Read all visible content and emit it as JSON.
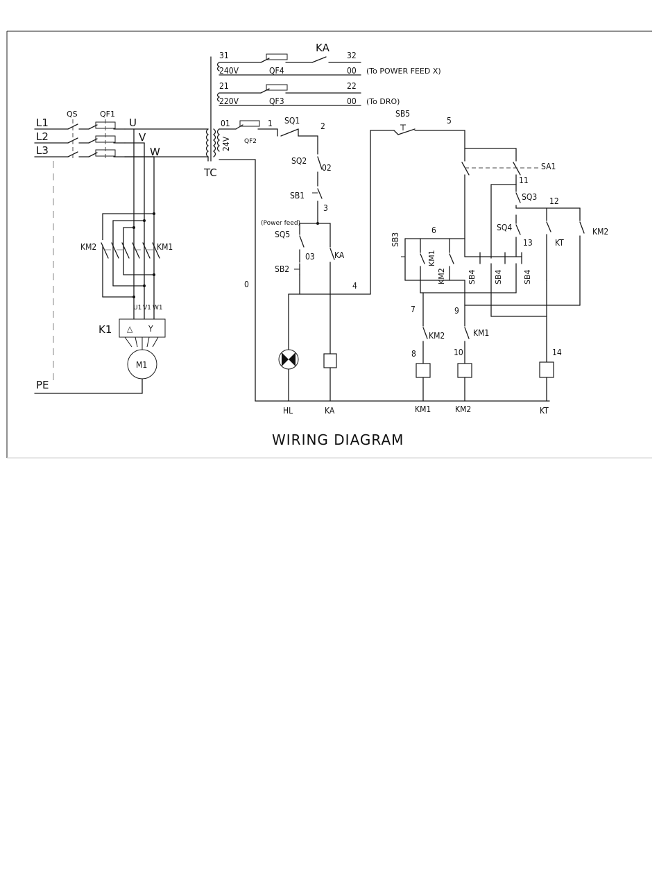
{
  "title": "WIRING DIAGRAM",
  "supply": {
    "phases": [
      "L1",
      "L2",
      "L3"
    ],
    "earth": "PE",
    "terminals": [
      "U",
      "V",
      "W"
    ],
    "motor_terminals": [
      "U1",
      "V1",
      "W1"
    ]
  },
  "devices": {
    "qs": "QS",
    "qf1": "QF1",
    "qf2": "QF2",
    "qf3": "QF3",
    "qf4": "QF4",
    "tc": "TC",
    "k1": "K1",
    "delta": "△",
    "star": "Y",
    "m1": "M1",
    "km1": "KM1",
    "km2": "KM2",
    "ka": "KA",
    "kt": "KT",
    "hl": "HL",
    "sq1": "SQ1",
    "sq2": "SQ2",
    "sq3": "SQ3",
    "sq4": "SQ4",
    "sq5": "SQ5",
    "sb1": "SB1",
    "sb2": "SB2",
    "sb3": "SB3",
    "sb4": "SB4",
    "sb5": "SB5",
    "sa1": "SA1"
  },
  "voltages": {
    "v240": "240V",
    "v220": "220V",
    "v24": "24V"
  },
  "notes": {
    "power_feed_x": "(To POWER FEED X)",
    "dro": "(To DRO)",
    "power_feed": "(Power feed)"
  },
  "nodes": {
    "n31": "31",
    "n32": "32",
    "n21": "21",
    "n22": "22",
    "n00a": "00",
    "n00b": "00",
    "n01": "01",
    "n1": "1",
    "n2": "2",
    "n02": "02",
    "n3": "3",
    "n03": "03",
    "n4": "4",
    "n0": "0",
    "n5": "5",
    "n6": "6",
    "n7": "7",
    "n8": "8",
    "n9": "9",
    "n10": "10",
    "n11": "11",
    "n12": "12",
    "n13": "13",
    "n14": "14"
  }
}
